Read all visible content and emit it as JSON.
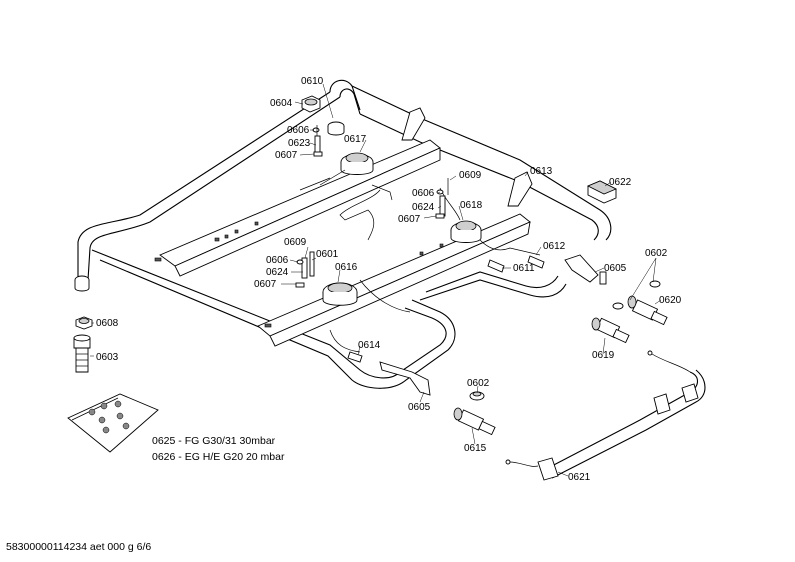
{
  "diagram": {
    "callouts": [
      {
        "id": "c0610",
        "text": "0610"
      },
      {
        "id": "c0604",
        "text": "0604"
      },
      {
        "id": "c0606a",
        "text": "0606"
      },
      {
        "id": "c0623",
        "text": "0623"
      },
      {
        "id": "c0607a",
        "text": "0607"
      },
      {
        "id": "c0617",
        "text": "0617"
      },
      {
        "id": "c0613",
        "text": "0613"
      },
      {
        "id": "c0609a",
        "text": "0609"
      },
      {
        "id": "c0606b",
        "text": "0606"
      },
      {
        "id": "c0624a",
        "text": "0624"
      },
      {
        "id": "c0607b",
        "text": "0607"
      },
      {
        "id": "c0618",
        "text": "0618"
      },
      {
        "id": "c0622",
        "text": "0622"
      },
      {
        "id": "c0609b",
        "text": "0609"
      },
      {
        "id": "c0601",
        "text": "0601"
      },
      {
        "id": "c0606c",
        "text": "0606"
      },
      {
        "id": "c0616",
        "text": "0616"
      },
      {
        "id": "c0624b",
        "text": "0624"
      },
      {
        "id": "c0607c",
        "text": "0607"
      },
      {
        "id": "c0612",
        "text": "0612"
      },
      {
        "id": "c0611",
        "text": "0611"
      },
      {
        "id": "c0605a",
        "text": "0605"
      },
      {
        "id": "c0602a",
        "text": "0602"
      },
      {
        "id": "c0620",
        "text": "0620"
      },
      {
        "id": "c0608",
        "text": "0608"
      },
      {
        "id": "c0603",
        "text": "0603"
      },
      {
        "id": "c0614",
        "text": "0614"
      },
      {
        "id": "c0619",
        "text": "0619"
      },
      {
        "id": "c0602b",
        "text": "0602"
      },
      {
        "id": "c0605b",
        "text": "0605"
      },
      {
        "id": "c0615",
        "text": "0615"
      },
      {
        "id": "c0621",
        "text": "0621"
      }
    ],
    "legend": {
      "line1": "0625 - FG G30/31 30mbar",
      "line2": "0626 - EG H/E G20 20 mbar"
    }
  },
  "footer": {
    "document_id": "58300000114234 aet 000 g 6/6"
  }
}
